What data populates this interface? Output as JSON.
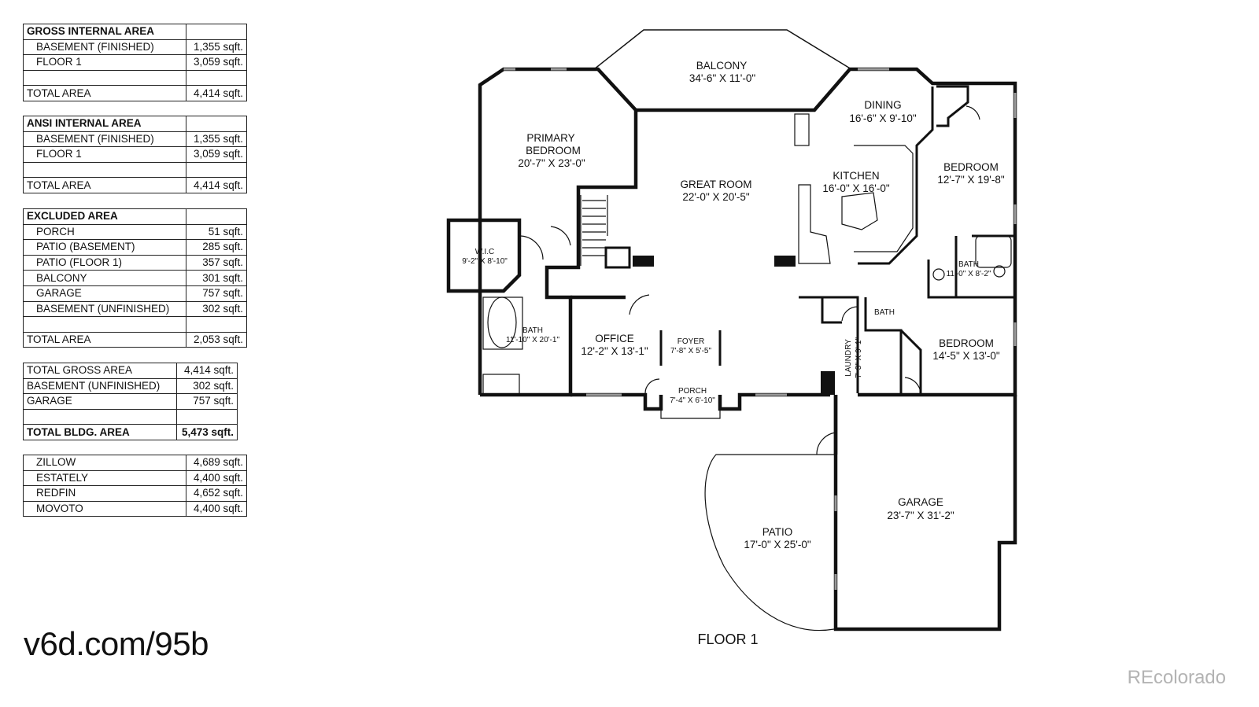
{
  "tables": [
    {
      "header": "GROSS INTERNAL AREA",
      "rows": [
        {
          "label": "BASEMENT (FINISHED)",
          "value": "1,355 sqft."
        },
        {
          "label": "FLOOR 1",
          "value": "3,059 sqft."
        },
        {
          "label": "",
          "value": ""
        },
        {
          "label": "TOTAL AREA",
          "value": "4,414 sqft."
        }
      ]
    },
    {
      "header": "ANSI INTERNAL AREA",
      "rows": [
        {
          "label": "BASEMENT (FINISHED)",
          "value": "1,355 sqft."
        },
        {
          "label": "FLOOR 1",
          "value": "3,059 sqft."
        },
        {
          "label": "",
          "value": ""
        },
        {
          "label": "TOTAL AREA",
          "value": "4,414 sqft."
        }
      ]
    },
    {
      "header": "EXCLUDED AREA",
      "rows": [
        {
          "label": "PORCH",
          "value": "51 sqft."
        },
        {
          "label": "PATIO (BASEMENT)",
          "value": "285 sqft."
        },
        {
          "label": "PATIO (FLOOR 1)",
          "value": "357 sqft."
        },
        {
          "label": "BALCONY",
          "value": "301 sqft."
        },
        {
          "label": "GARAGE",
          "value": "757 sqft."
        },
        {
          "label": "BASEMENT (UNFINISHED)",
          "value": "302 sqft."
        },
        {
          "label": "",
          "value": ""
        },
        {
          "label": "TOTAL AREA",
          "value": "2,053 sqft."
        }
      ]
    },
    {
      "rows": [
        {
          "label": "TOTAL GROSS AREA",
          "value": "4,414 sqft."
        },
        {
          "label": "BASEMENT (UNFINISHED)",
          "value": "302 sqft."
        },
        {
          "label": "GARAGE",
          "value": "757 sqft."
        },
        {
          "label": "",
          "value": ""
        },
        {
          "label": "TOTAL BLDG. AREA",
          "value": "5,473 sqft."
        }
      ]
    },
    {
      "rows": [
        {
          "label": "ZILLOW",
          "value": "4,689 sqft."
        },
        {
          "label": "ESTATELY",
          "value": "4,400 sqft."
        },
        {
          "label": "REDFIN",
          "value": "4,652 sqft."
        },
        {
          "label": "MOVOTO",
          "value": "4,400 sqft."
        }
      ]
    }
  ],
  "short_url": "v6d.com/95b",
  "watermark": "REcolorado",
  "floor_label": "FLOOR 1",
  "rooms": {
    "balcony": {
      "name": "BALCONY",
      "size": "34'-6\" X 11'-0\""
    },
    "dining": {
      "name": "DINING",
      "size": "16'-6\" X 9'-10\""
    },
    "primary": {
      "name1": "PRIMARY",
      "name2": "BEDROOM",
      "size": "20'-7\" X 23'-0\""
    },
    "great": {
      "name": "GREAT ROOM",
      "size": "22'-0\" X 20'-5\""
    },
    "kitchen": {
      "name": "KITCHEN",
      "size": "16'-0\" X 16'-0\""
    },
    "bedroom_ne": {
      "name": "BEDROOM",
      "size": "12'-7\" X 19'-8\""
    },
    "wic": {
      "name": "W.I.C",
      "size": "9'-2\" X 8'-10\""
    },
    "bath_e": {
      "name": "BATH",
      "size": "11'-0\" X 8'-2\""
    },
    "bath_primary": {
      "name": "BATH",
      "size": "11'-10\" X 20'-1\""
    },
    "office": {
      "name": "OFFICE",
      "size": "12'-2\" X 13'-1\""
    },
    "foyer": {
      "name": "FOYER",
      "size": "7'-8\" X 5'-5\""
    },
    "bath_mid": {
      "name": "BATH"
    },
    "bedroom_se": {
      "name": "BEDROOM",
      "size": "14'-5\" X 13'-0\""
    },
    "laundry": {
      "name": "LAUNDRY",
      "size": "7'-3\" X 9'-1\""
    },
    "porch": {
      "name": "PORCH",
      "size": "7'-4\" X 6'-10\""
    },
    "garage": {
      "name": "GARAGE",
      "size": "23'-7\" X 31'-2\""
    },
    "patio": {
      "name": "PATIO",
      "size": "17'-0\" X 25'-0\""
    }
  }
}
